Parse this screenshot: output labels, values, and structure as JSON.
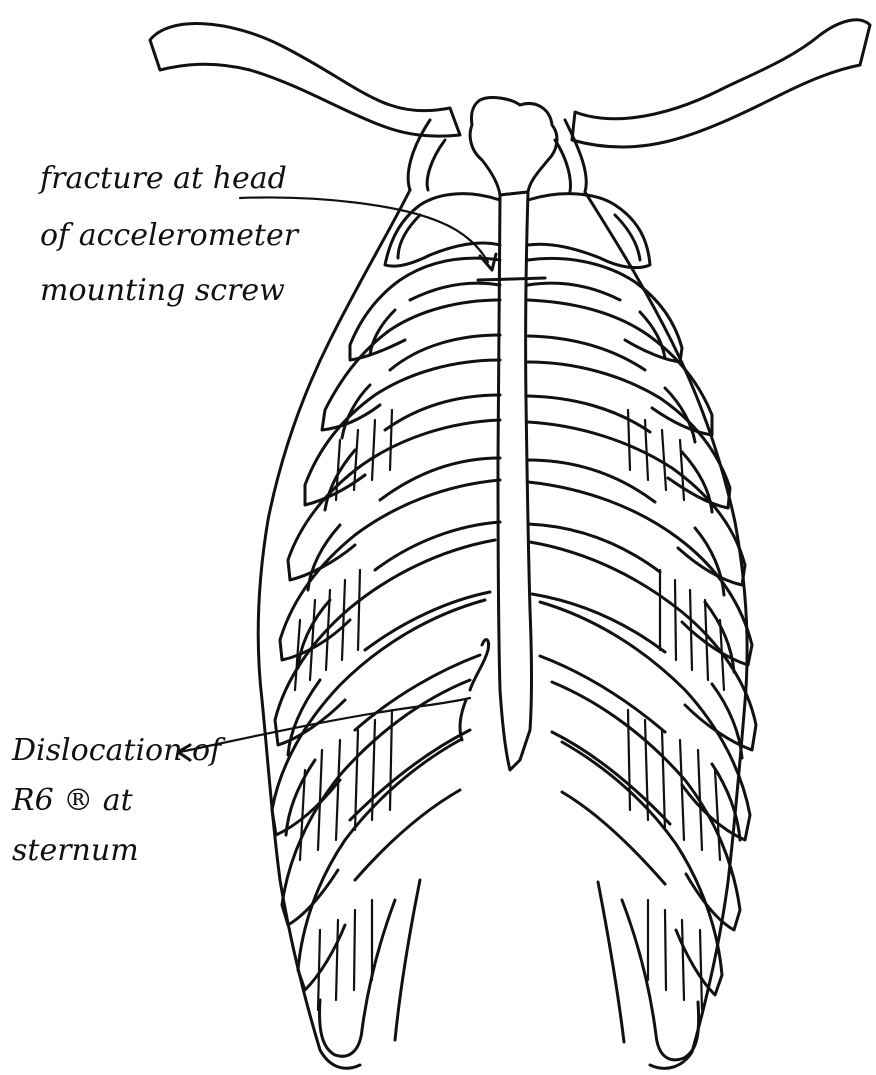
{
  "annotations": {
    "fracture": {
      "line1": "fracture at head",
      "line2": "of accelerometer",
      "line3": "mounting screw"
    },
    "dislocation": {
      "line1": "Dislocation of",
      "line2": "R6 ® at",
      "line3": "sternum"
    }
  },
  "colors": {
    "ink": "#111111",
    "paper": "#ffffff"
  }
}
